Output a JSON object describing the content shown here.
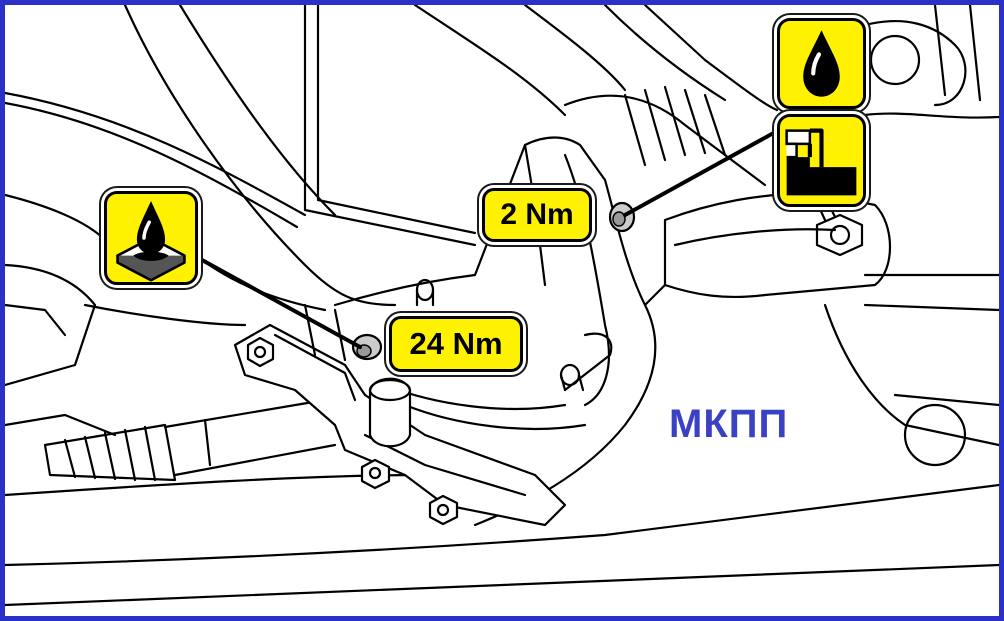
{
  "labels": {
    "torque_upper": "2 Nm",
    "torque_lower": "24 Nm",
    "gearbox": "МКПП"
  },
  "icons": {
    "sealant": "sealant-drop-on-plate-icon",
    "oil": "oil-drop-icon",
    "oil_level": "oil-level-to-filler-hole-icon"
  },
  "colors": {
    "frame": "#2b30c8",
    "badge_fill": "#fff200",
    "label_text": "#3b41c4",
    "line_art": "#000000"
  }
}
